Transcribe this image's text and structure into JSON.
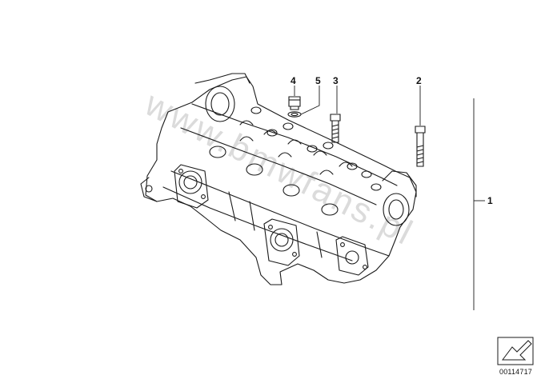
{
  "diagram": {
    "callouts": [
      {
        "id": "1",
        "label": "1"
      },
      {
        "id": "2",
        "label": "2"
      },
      {
        "id": "3",
        "label": "3"
      },
      {
        "id": "4",
        "label": "4"
      },
      {
        "id": "5",
        "label": "5"
      }
    ],
    "watermark": "www.bmwfans.pl",
    "document_number": "00114717",
    "line_color": "#1a1a1a",
    "watermark_color": "#c8c8c8"
  }
}
